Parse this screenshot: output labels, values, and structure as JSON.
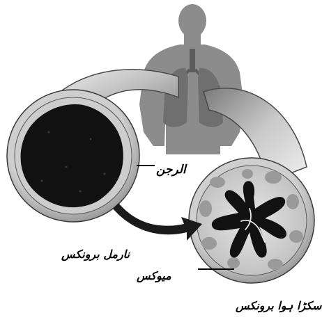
{
  "diagram": {
    "labels": {
      "allergen": "الرجن",
      "normal_bronchus": "نارمل برونکس",
      "mucus": "میوکس",
      "asthmatic_bronchus": "سکڑا ہوا برونکس"
    },
    "colors": {
      "silhouette": "#8c8c8c",
      "lungs": "#6f6f6f",
      "tube_light": "#e4e4e4",
      "tube_dark": "#7a7a7a",
      "lumen": "#111111",
      "tissue": "#d2d2d2",
      "cells": "#9a9a9a",
      "arrow": "#1a1a1a"
    }
  }
}
